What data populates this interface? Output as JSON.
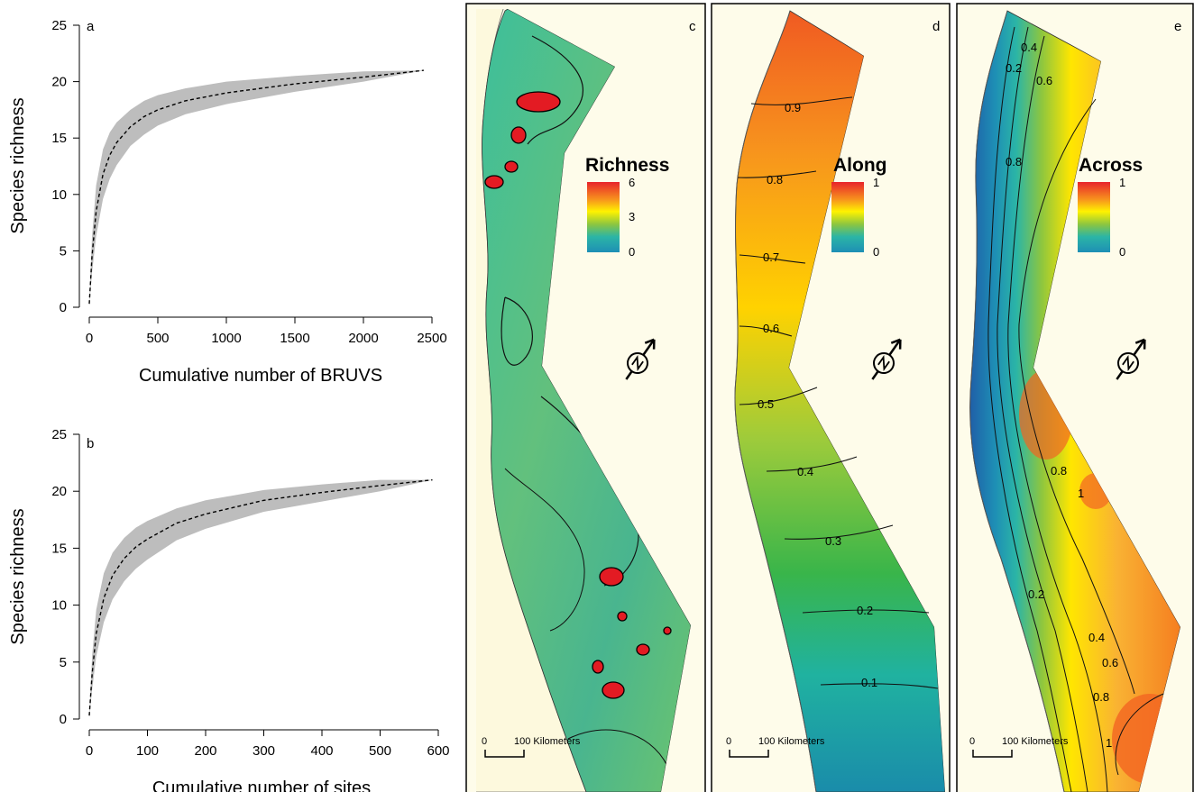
{
  "chart_data": [
    {
      "type": "area",
      "panel_label": "a",
      "xlabel": "Cumulative number of BRUVS",
      "ylabel": "Species richness",
      "xticks": [
        0,
        500,
        1000,
        1500,
        2000,
        2500
      ],
      "yticks": [
        0,
        5,
        10,
        15,
        20,
        25
      ],
      "xlim": [
        0,
        2500
      ],
      "ylim": [
        0,
        25
      ],
      "grid": false,
      "x": [
        0,
        20,
        50,
        100,
        150,
        200,
        300,
        400,
        500,
        700,
        1000,
        1500,
        2000,
        2440
      ],
      "mean": [
        0.3,
        4.5,
        8.5,
        11.8,
        13.5,
        14.6,
        16.0,
        16.9,
        17.5,
        18.3,
        19.0,
        19.8,
        20.4,
        21.0
      ],
      "lower": [
        0.2,
        3.0,
        6.3,
        9.6,
        11.4,
        12.6,
        14.3,
        15.3,
        16.1,
        17.1,
        18.0,
        19.1,
        20.0,
        21.0
      ],
      "upper": [
        0.4,
        6.2,
        10.8,
        14.0,
        15.5,
        16.4,
        17.5,
        18.3,
        18.8,
        19.4,
        20.0,
        20.5,
        20.9,
        21.0
      ],
      "series": [
        {
          "values": "mean"
        },
        {
          "values": "confidence band"
        }
      ]
    },
    {
      "type": "area",
      "panel_label": "b",
      "xlabel": "Cumulative number of sites",
      "ylabel": "Species richness",
      "xticks": [
        0,
        100,
        200,
        300,
        400,
        500,
        600
      ],
      "yticks": [
        0,
        5,
        10,
        15,
        20,
        25
      ],
      "xlim": [
        0,
        600
      ],
      "ylim": [
        0,
        25
      ],
      "grid": false,
      "x": [
        0,
        5,
        12,
        25,
        40,
        60,
        80,
        100,
        150,
        200,
        300,
        400,
        500,
        590
      ],
      "mean": [
        0.3,
        4.0,
        7.5,
        10.6,
        12.6,
        14.1,
        15.1,
        15.8,
        17.2,
        18.0,
        19.2,
        19.9,
        20.5,
        21.0
      ],
      "lower": [
        0.2,
        2.6,
        5.5,
        8.5,
        10.5,
        12.1,
        13.2,
        14.0,
        15.7,
        16.7,
        18.2,
        19.1,
        20.0,
        21.0
      ],
      "upper": [
        0.4,
        5.6,
        9.6,
        12.8,
        14.6,
        15.9,
        16.8,
        17.4,
        18.5,
        19.2,
        20.1,
        20.6,
        21.0,
        21.0
      ]
    },
    {
      "type": "heatmap",
      "panel_label": "c",
      "legend_title": "Richness",
      "legend_ticks": [
        "6",
        "3",
        "0"
      ],
      "contour_labels": [],
      "scale_bar": {
        "start": "0",
        "end": "100 Kilometers"
      }
    },
    {
      "type": "heatmap",
      "panel_label": "d",
      "legend_title": "Along",
      "legend_ticks": [
        "1",
        "0"
      ],
      "contour_labels": [
        "0.9",
        "0.8",
        "0.7",
        "0.6",
        "0.5",
        "0.4",
        "0.3",
        "0.2",
        "0.1"
      ],
      "scale_bar": {
        "start": "0",
        "end": "100 Kilometers"
      }
    },
    {
      "type": "heatmap",
      "panel_label": "e",
      "legend_title": "Across",
      "legend_ticks": [
        "1",
        "0"
      ],
      "contour_labels": [
        "0.4",
        "0.2",
        "0.6",
        "0.8",
        "0.8",
        "1",
        "0.2",
        "0.4",
        "0.6",
        "0.8",
        "1"
      ],
      "scale_bar": {
        "start": "0",
        "end": "100 Kilometers"
      }
    }
  ],
  "colors": {
    "band": "#bdbdbd",
    "mean_line": "#000000",
    "land": "#fdfbe6",
    "ramp": [
      "#e8232a",
      "#f7941d",
      "#fff200",
      "#8dc63f",
      "#2ab34a",
      "#2bb5a6",
      "#1e8fb5"
    ],
    "richness_base": "#5fbf8a",
    "hotspot": "#e31b23",
    "along_top": "#f26522",
    "along_bottom": "#1f8fa7",
    "across_deep": "#1f5fa8"
  },
  "icons": {
    "north_arrow": "north-arrow-icon"
  }
}
